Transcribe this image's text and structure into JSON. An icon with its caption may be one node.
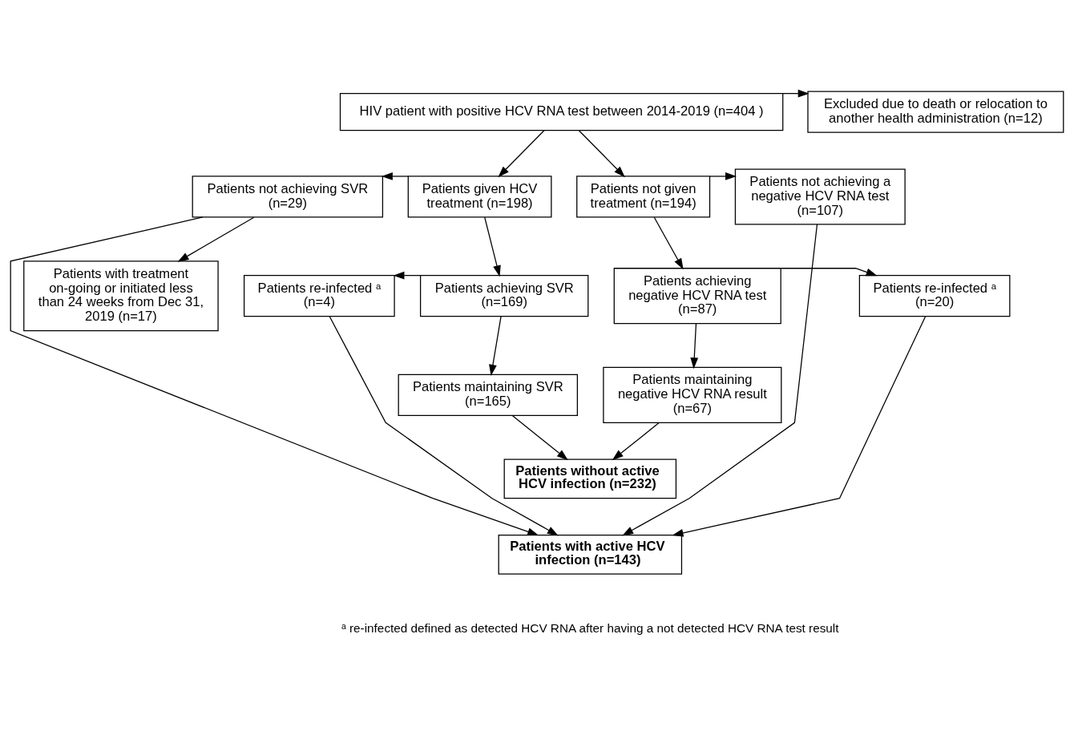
{
  "diagram": {
    "nodes": [
      {
        "text": [
          "HIV patient with positive HCV RNA test between 2014-2019 (n=404 )"
        ]
      },
      {
        "text": [
          "Excluded due to death or relocation to another health administration (n=12)"
        ]
      },
      {
        "text": [
          "Patients not achieving SVR (n=29)"
        ]
      },
      {
        "text": [
          "Patients given HCV treatment (n=198)"
        ]
      },
      {
        "text": [
          "Patients not given treatment (n=194)"
        ]
      },
      {
        "text": [
          "Patients not achieving a negative HCV RNA test (n=107)"
        ]
      },
      {
        "text": [
          "Patients with treatment on-going or initiated less than 24 weeks from Dec 31, 2019 (n=17)"
        ]
      },
      {
        "text": [
          "Patients re-infected ᵃ (n=4)"
        ]
      },
      {
        "text": [
          "Patients achieving SVR (n=169)"
        ]
      },
      {
        "text": [
          "Patients achieving negative HCV RNA test (n=87)"
        ]
      },
      {
        "text": [
          "Patients re-infected ᵃ (n=20)"
        ]
      },
      {
        "text": [
          "Patients maintaining SVR (n=165)"
        ]
      },
      {
        "text": [
          "Patients maintaining negative HCV RNA result (n=67)"
        ]
      },
      {
        "text": [
          "Patients without active HCV infection (n=232)"
        ]
      },
      {
        "text": [
          "Patients with active HCV infection (n=143)"
        ]
      }
    ],
    "edges": [
      {
        "from": 0,
        "to": 1,
        "arrow": "to"
      },
      {
        "from": 0,
        "to": 3,
        "arrow": "to"
      },
      {
        "from": 0,
        "to": 4,
        "arrow": "to"
      },
      {
        "from": 3,
        "to": 2,
        "arrow": "to"
      },
      {
        "from": 4,
        "to": 5,
        "arrow": "to"
      },
      {
        "from": 2,
        "to": 6,
        "arrow": "to"
      },
      {
        "from": 3,
        "to": 8,
        "arrow": "to"
      },
      {
        "from": 4,
        "to": 9,
        "arrow": "to"
      },
      {
        "from": 8,
        "to": 7,
        "arrow": "to"
      },
      {
        "from": 9,
        "to": 10,
        "arrow": "to"
      },
      {
        "from": 8,
        "to": 11,
        "arrow": "to"
      },
      {
        "from": 9,
        "to": 12,
        "arrow": "to"
      },
      {
        "from": 11,
        "to": 13,
        "arrow": "to"
      },
      {
        "from": 12,
        "to": 13,
        "arrow": "to"
      },
      {
        "from": 2,
        "to": 14,
        "arrow": "to"
      },
      {
        "from": 7,
        "to": 14,
        "arrow": "to"
      },
      {
        "from": 10,
        "to": 14,
        "arrow": "to"
      },
      {
        "from": 5,
        "to": 14,
        "arrow": "to"
      }
    ],
    "labels": [
      "ᵃ re-infected defined as detected HCV RNA after having a not detected HCV RNA test result"
    ]
  }
}
